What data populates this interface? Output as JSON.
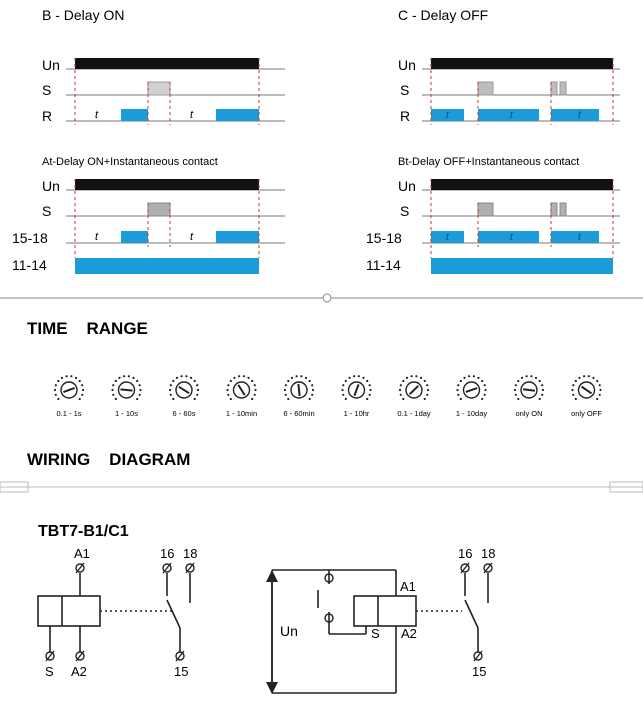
{
  "timing": {
    "b_title": "B - Delay ON",
    "c_title": "C - Delay OFF",
    "at_title": "At-Delay ON+Instantaneous contact",
    "bt_title": "Bt-Delay OFF+Instantaneous contact",
    "labels": {
      "un": "Un",
      "s": "S",
      "r": "R",
      "c1518": "15-18",
      "c1114": "11-14",
      "t": "t"
    }
  },
  "time_range": {
    "heading": "TIME    RANGE",
    "dials": [
      "0.1 - 1s",
      "1 - 10s",
      "6 - 60s",
      "1 - 10min",
      "6 - 60min",
      "1 - 10hr",
      "0.1 - 1day",
      "1 - 10day",
      "only ON",
      "only OFF"
    ]
  },
  "wiring": {
    "heading": "WIRING    DIAGRAM",
    "model": "TBT7-B1/C1",
    "terminals": {
      "a1": "A1",
      "a2": "A2",
      "s": "S",
      "t15": "15",
      "t16": "16",
      "t18": "18",
      "un": "Un"
    }
  },
  "colors": {
    "bar": "#111111",
    "blue": "#1b9bd7",
    "pulse": "#d0d0d0",
    "red_dash": "#c0392b",
    "line": "#222222"
  }
}
